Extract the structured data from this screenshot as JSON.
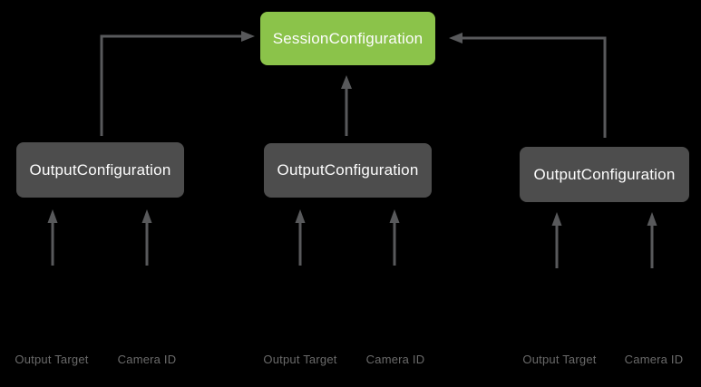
{
  "diagram": {
    "session_node": {
      "label": "SessionConfiguration"
    },
    "groups": [
      {
        "node_label": "OutputConfiguration",
        "inputs": [
          "Output Target",
          "Camera ID"
        ]
      },
      {
        "node_label": "OutputConfiguration",
        "inputs": [
          "Output Target",
          "Camera ID"
        ]
      },
      {
        "node_label": "OutputConfiguration",
        "inputs": [
          "Output Target",
          "Camera ID"
        ]
      }
    ],
    "colors": {
      "background": "#000000",
      "session_node_fill": "#8bc34a",
      "output_node_fill": "#4d4d4d",
      "node_text": "#fdfdfd",
      "arrow": "#58595b",
      "caption_text": "#6a6a6a"
    }
  }
}
